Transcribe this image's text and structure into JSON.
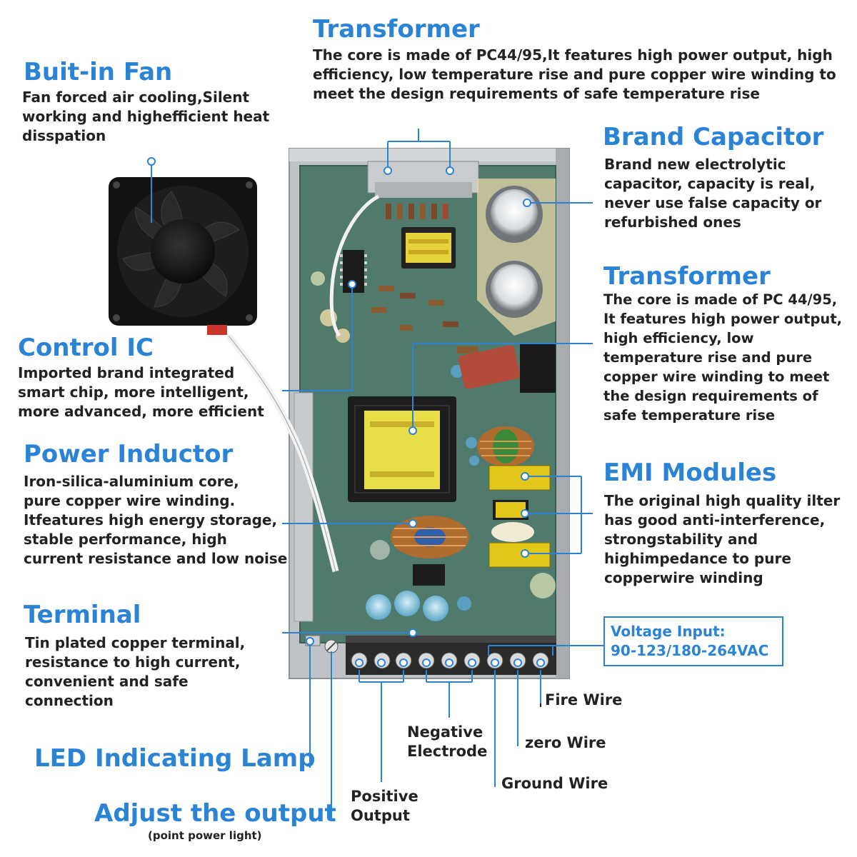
{
  "transformer_top": {
    "title": "Transformer",
    "lines": [
      "The core is made of PC44/95,It features high power output, high",
      "efficiency, low temperature rise and pure copper wire winding to",
      "meet the design requirements of safe temperature rise"
    ]
  },
  "fan": {
    "title": "Buit-in Fan",
    "lines": [
      "Fan forced air cooling,Silent",
      "working and highefficient heat",
      "disspation"
    ]
  },
  "capacitor": {
    "title": "Brand Capacitor",
    "lines": [
      "Brand new electrolytic",
      "capacitor, capacity is real,",
      "never use false capacity or",
      "refurbished ones"
    ]
  },
  "transformer_right": {
    "title": "Transformer",
    "lines": [
      "The core is made of PC 44/95,",
      "It features high power output,",
      "high efficiency, low",
      "temperature rise and pure",
      "copper wire winding to meet",
      "the design requirements of",
      "safe temperature rise"
    ]
  },
  "control_ic": {
    "title": "Control IC",
    "lines": [
      "Imported brand integrated",
      "smart chip, more intelligent,",
      "more advanced, more efficient"
    ]
  },
  "inductor": {
    "title": "Power Inductor",
    "lines": [
      "Iron-silica-aluminium core,",
      "pure copper wire winding.",
      "Itfeatures high energy storage,",
      "stable performance, high",
      "current resistance and low noise"
    ]
  },
  "emi": {
    "title": "EMI Modules",
    "lines": [
      "The original high quality ilter",
      "has good anti-interference,",
      "strongstability and",
      "highimpedance to pure",
      "copperwire winding"
    ]
  },
  "terminal": {
    "title": "Terminal",
    "lines": [
      "Tin plated copper terminal,",
      "resistance to high current,",
      "convenient and safe",
      "connection"
    ]
  },
  "voltage": {
    "lines": [
      "Voltage Input:",
      "90-123/180-264VAC"
    ]
  },
  "bottom_labels": {
    "led": "LED Indicating Lamp",
    "adjust": "Adjust the output",
    "adjust_note": "(point power light)",
    "fire": "Fire Wire",
    "zero": "zero Wire",
    "ground": "Ground Wire",
    "negative": [
      "Negative",
      "Electrode"
    ],
    "positive": [
      "Positive",
      "Output"
    ]
  },
  "colors": {
    "accent": "#2b83d6",
    "pcb": "#4f7a6c",
    "case": "#b9bcc0",
    "text": "#222222"
  }
}
